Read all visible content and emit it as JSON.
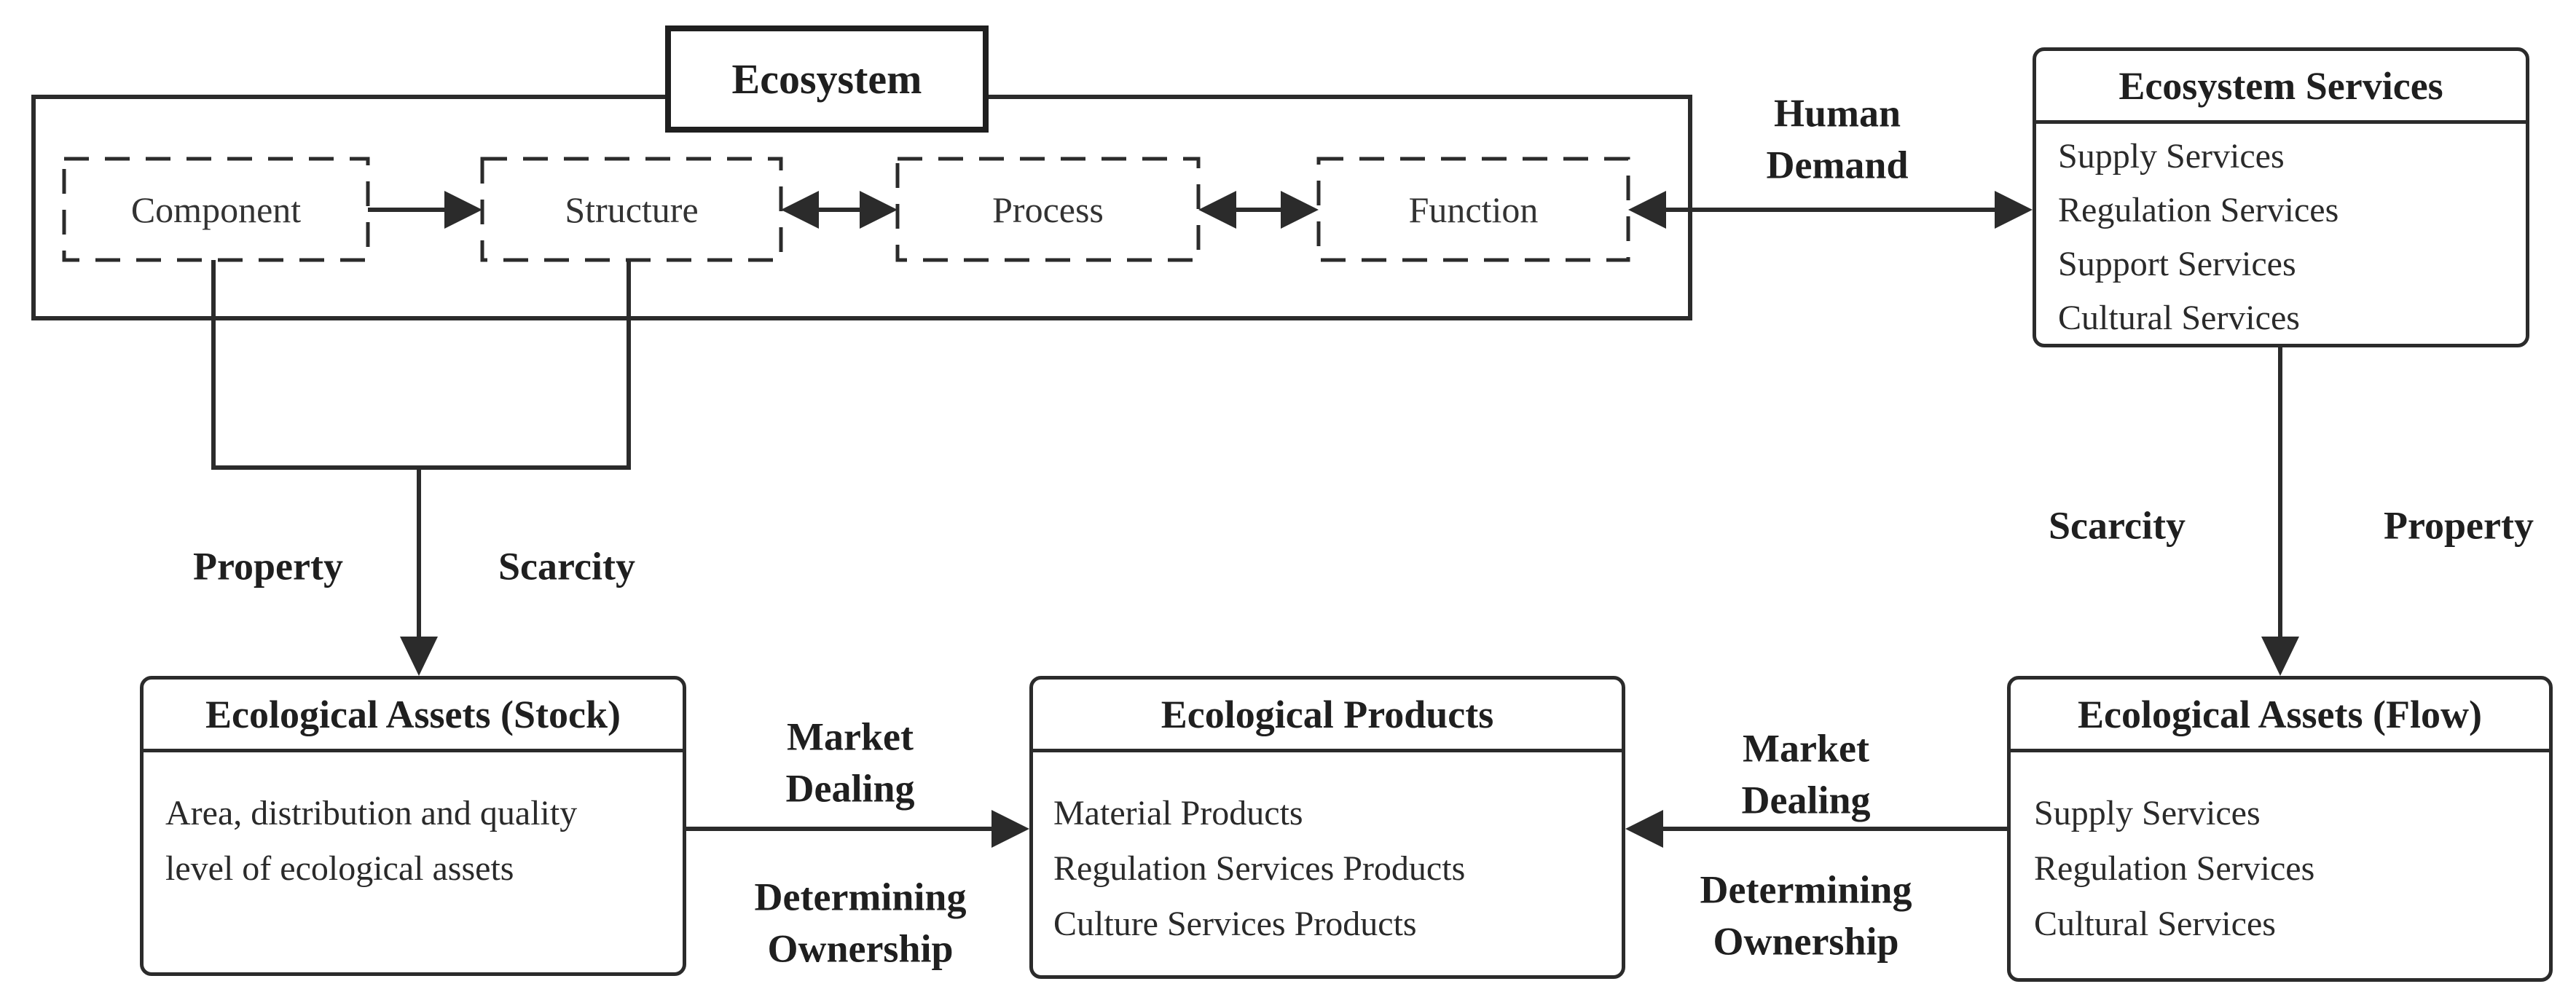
{
  "title_box": {
    "label": "Ecosystem"
  },
  "chain": {
    "items": [
      "Component",
      "Structure",
      "Process",
      "Function"
    ]
  },
  "boxes": {
    "ecosystem_services": {
      "title": "Ecosystem Services",
      "items": [
        "Supply Services",
        "Regulation Services",
        "Support Services",
        "Cultural Services"
      ]
    },
    "ecological_assets_stock": {
      "title": "Ecological Assets (Stock)",
      "description": "Area, distribution and quality level of ecological assets"
    },
    "ecological_products": {
      "title": "Ecological Products",
      "items": [
        "Material Products",
        "Regulation Services Products",
        "Culture Services Products"
      ]
    },
    "ecological_assets_flow": {
      "title": "Ecological Assets (Flow)",
      "items": [
        "Supply Services",
        "Regulation Services",
        "Cultural Services"
      ]
    }
  },
  "edge_labels": {
    "human_demand": "Human Demand",
    "stock_property": "Property",
    "stock_scarcity": "Scarcity",
    "stock_market_dealing": "Market Dealing",
    "stock_determining_ownership": "Determining Ownership",
    "flow_scarcity": "Scarcity",
    "flow_property": "Property",
    "flow_market_dealing": "Market Dealing",
    "flow_determining_ownership": "Determining Ownership"
  },
  "colors": {
    "background": "#ffffff",
    "line": "#2b2b2b",
    "text": "#1f1f1f"
  }
}
